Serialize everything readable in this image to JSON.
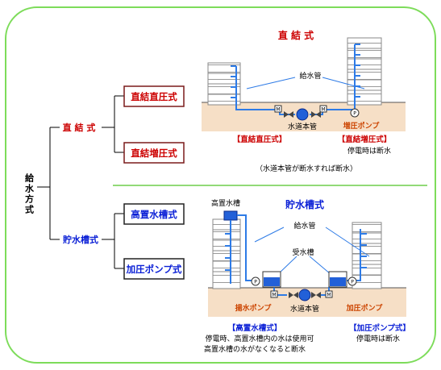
{
  "root_label": "給水方式",
  "branches": {
    "direct": {
      "label": "直 結 式",
      "options": [
        "直結直圧式",
        "直結増圧式"
      ]
    },
    "tank": {
      "label": "貯水槽式",
      "options": [
        "高置水槽式",
        "加圧ポンプ式"
      ]
    }
  },
  "top_panel": {
    "title": "直 結 式",
    "supply_pipe": "給水管",
    "water_main": "水道本管",
    "booster_pump": "増圧ポンプ",
    "left_caption": "【直結直圧式】",
    "right_caption": "【直結増圧式】",
    "right_note": "停電時は断水",
    "bottom_note": "（水道本管が断水すれば断水）"
  },
  "bottom_panel": {
    "title": "貯水槽式",
    "elevated_tank": "高置水槽",
    "supply_pipe": "給水管",
    "receiving_tank": "受水槽",
    "lift_pump": "揚水ポンプ",
    "water_main": "水道本管",
    "pressure_pump": "加圧ポンプ",
    "left_caption": "【高置水槽式】",
    "left_note_1": "停電時、高置水槽内の水は使用可",
    "left_note_2": "高置水槽の水がなくなると断水",
    "right_caption": "【加圧ポンプ式】",
    "right_note": "停電時は断水"
  },
  "symbols": {
    "meter": "M",
    "pump": "P"
  },
  "colors": {
    "frame": "#7ddc5a",
    "red": "#cc0000",
    "blue": "#0a1fd6",
    "pipe": "#2e7be6",
    "ground": "#f6dfc6",
    "separator": "#6fce4a",
    "option_border": "#9a2a2a"
  }
}
